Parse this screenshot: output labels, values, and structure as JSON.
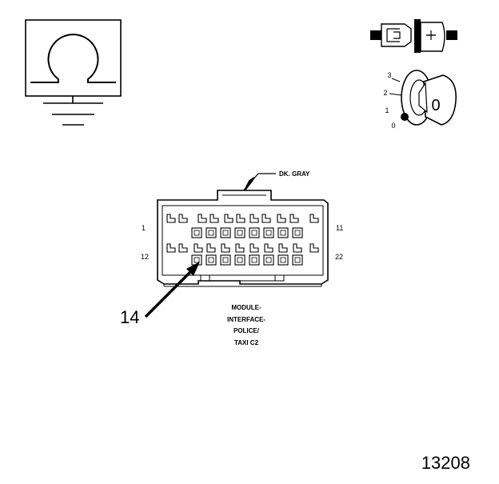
{
  "ohmmeter_symbol": "ohm-symbol",
  "ignition_switch": {
    "positions": [
      "3",
      "2",
      "1",
      "0"
    ],
    "key_label": "0"
  },
  "connector": {
    "wire_color": "DK. GRAY",
    "pin_first_top": "1",
    "pin_last_top": "11",
    "pin_first_bottom": "12",
    "pin_last_bottom": "22",
    "name_lines": [
      "MODULE-",
      "INTERFACE-",
      "POLICE/",
      "TAXI C2"
    ],
    "callout": "14"
  },
  "figure_number": "13208"
}
